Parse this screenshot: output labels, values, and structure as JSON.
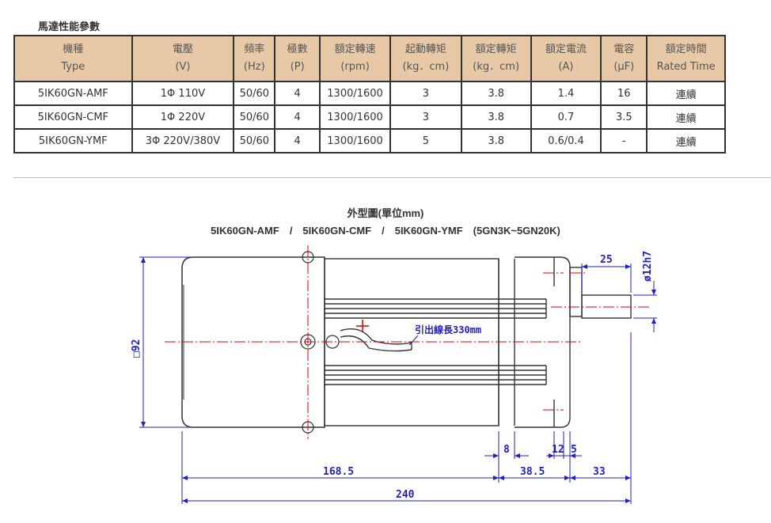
{
  "section_title": "馬達性能參數",
  "table": {
    "headers": [
      {
        "line1": "機種",
        "line2": "Type"
      },
      {
        "line1": "電壓",
        "line2": "(V)"
      },
      {
        "line1": "頻率",
        "line2": "(Hz)"
      },
      {
        "line1": "極數",
        "line2": "(P)"
      },
      {
        "line1": "額定轉速",
        "line2": "(rpm)"
      },
      {
        "line1": "起動轉矩",
        "line2": "(kg．cm)"
      },
      {
        "line1": "額定轉矩",
        "line2": "(kg．cm)"
      },
      {
        "line1": "額定電流",
        "line2": "(A)"
      },
      {
        "line1": "電容",
        "line2": "(μF)"
      },
      {
        "line1": "額定時間",
        "line2": "Rated Time"
      }
    ],
    "rows": [
      [
        "5IK60GN-AMF",
        "1Φ 110V",
        "50/60",
        "4",
        "1300/1600",
        "3",
        "3.8",
        "1.4",
        "16",
        "連續"
      ],
      [
        "5IK60GN-CMF",
        "1Φ 220V",
        "50/60",
        "4",
        "1300/1600",
        "3",
        "3.8",
        "0.7",
        "3.5",
        "連續"
      ],
      [
        "5IK60GN-YMF",
        "3Φ 220V/380V",
        "50/60",
        "4",
        "1300/1600",
        "5",
        "3.8",
        "0.6/0.4",
        "-",
        "連續"
      ]
    ]
  },
  "drawing": {
    "title": "外型圖(單位mm)",
    "subtitle": "5IK60GN-AMF　/　5IK60GN-CMF　/　5IK60GN-YMF　(5GN3K~5GN20K)",
    "lead_wire_label": "引出線長330mm",
    "dims": {
      "square": "□92",
      "shaft_length": "25",
      "shaft_dia": "ø12h7",
      "flange_thk": "8",
      "d12": "12",
      "d5": "5",
      "body": "168.5",
      "gear": "38.5",
      "shaft_total": "33",
      "overall": "240"
    },
    "colors": {
      "outline": "#333333",
      "dimension": "#1f1fc0",
      "centerline": "#e00000"
    }
  }
}
